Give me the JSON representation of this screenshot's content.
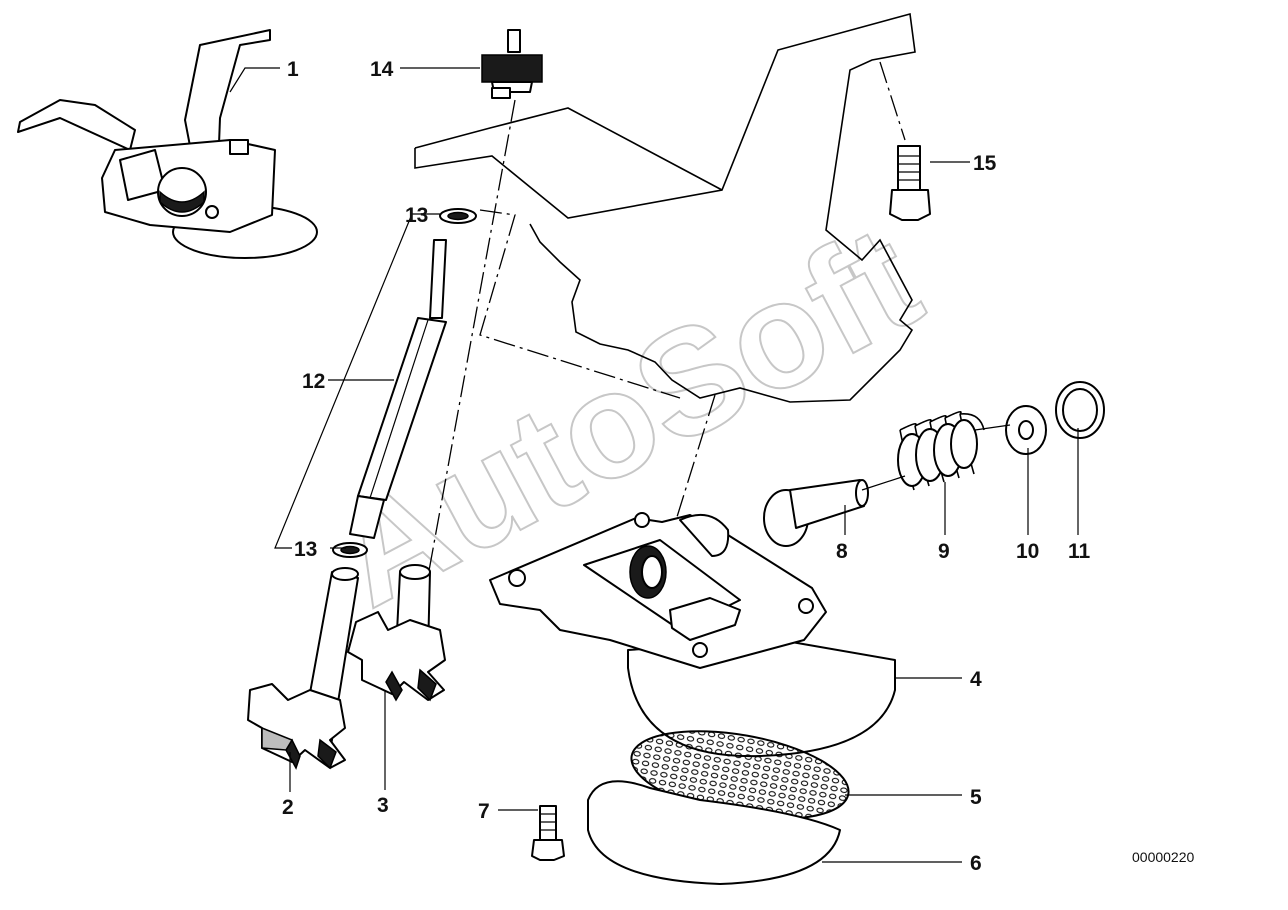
{
  "diagram": {
    "watermark": "AutoSoft",
    "drawing_code": "00000220",
    "callouts": [
      {
        "id": "c1",
        "label": "1"
      },
      {
        "id": "c2",
        "label": "2"
      },
      {
        "id": "c3",
        "label": "3"
      },
      {
        "id": "c4",
        "label": "4"
      },
      {
        "id": "c5",
        "label": "5"
      },
      {
        "id": "c6",
        "label": "6"
      },
      {
        "id": "c7",
        "label": "7"
      },
      {
        "id": "c8",
        "label": "8"
      },
      {
        "id": "c9",
        "label": "9"
      },
      {
        "id": "c10",
        "label": "10"
      },
      {
        "id": "c11",
        "label": "11"
      },
      {
        "id": "c12",
        "label": "12"
      },
      {
        "id": "c13a",
        "label": "13"
      },
      {
        "id": "c13b",
        "label": "13"
      },
      {
        "id": "c14",
        "label": "14"
      },
      {
        "id": "c15",
        "label": "15"
      }
    ]
  }
}
